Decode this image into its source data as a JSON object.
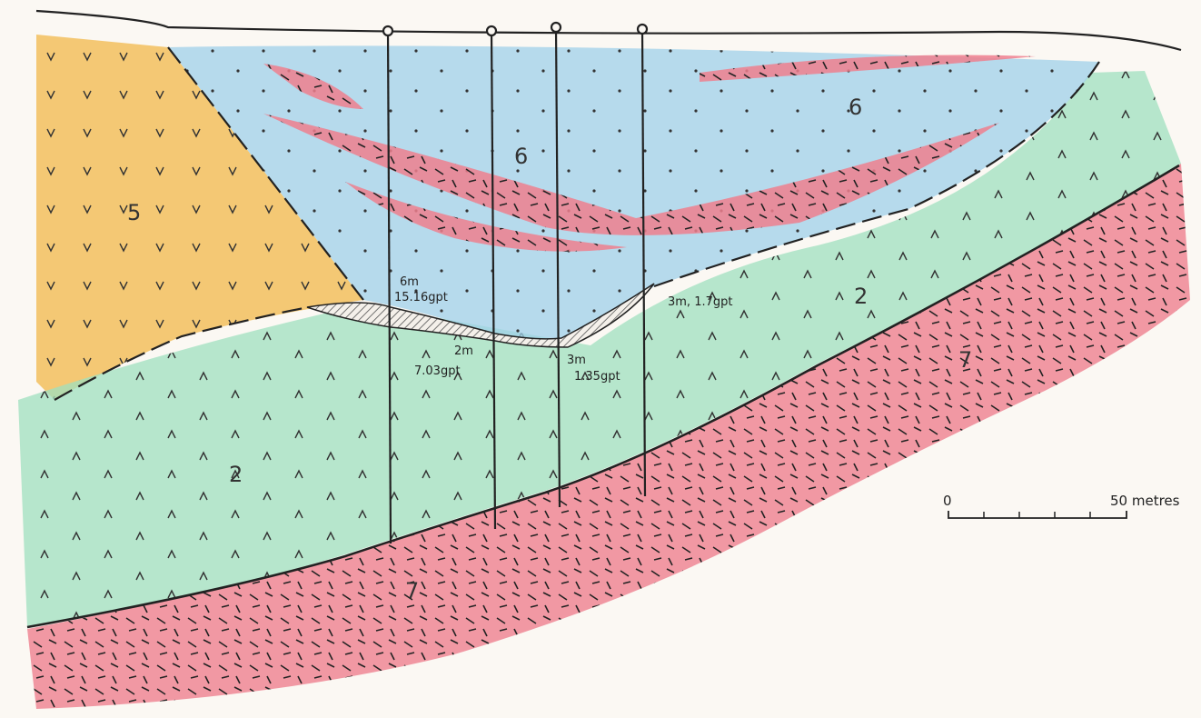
{
  "units": {
    "unit_5": "5",
    "unit_6_left": "6",
    "unit_6_right": "6",
    "unit_2_left": "2",
    "unit_2_right": "2",
    "unit_7_lower": "7",
    "unit_7_right": "7"
  },
  "intercepts": {
    "hole_1_width": "6m",
    "hole_1_grade": "15.16gpt",
    "hole_2_width": "2m",
    "hole_2_grade": "7.03gpt",
    "hole_3_width": "3m",
    "hole_3_grade": "1.35gpt",
    "hole_4": "3m, 1.7gpt"
  },
  "scale_bar": {
    "start_label": "0",
    "end_label": "50 metres",
    "length_m": 50
  },
  "colors": {
    "unit_5_fill": "#f2b84a",
    "unit_6_fill": "#9fd0ea",
    "unit_2_fill": "#9fe0bf",
    "unit_7_fill": "#ef7f8e",
    "ore_hatch": "#444444",
    "line": "#222222"
  }
}
